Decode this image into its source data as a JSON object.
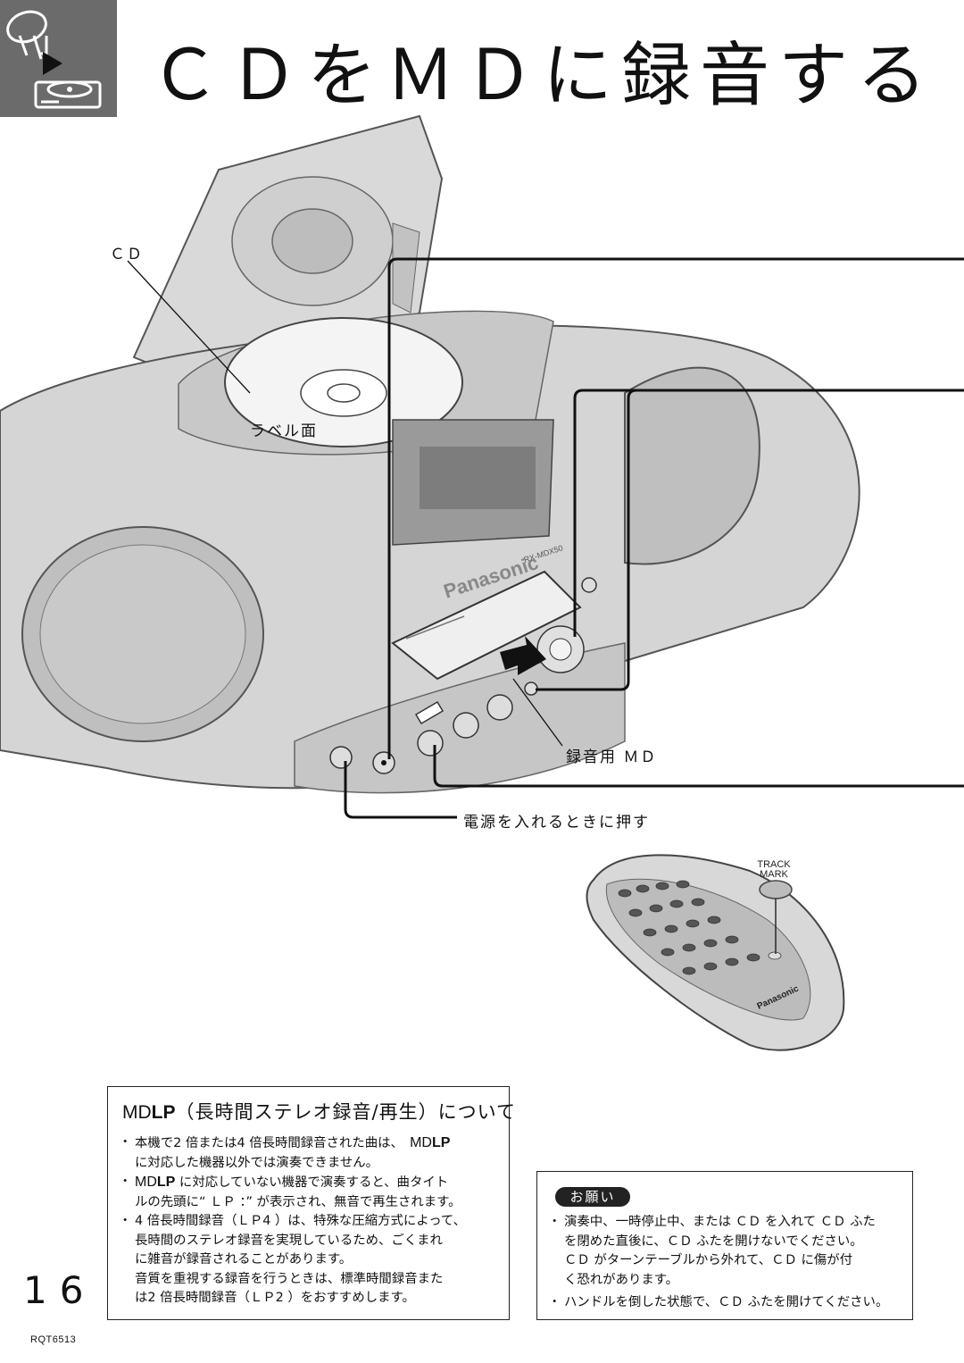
{
  "header": {
    "title": "ＣＤをＭＤに録音する",
    "icon": "cd-to-md-record-icon"
  },
  "illustration": {
    "callout_cd": "ＣＤ",
    "callout_label_side": "ラベル面",
    "callout_record_md": "録音用 ＭＤ",
    "callout_power": "電源を入れるときに押す",
    "brand": "Panasonic",
    "model": "RX-MDX50",
    "remote_button_label_1": "TRACK",
    "remote_button_label_2": "MARK",
    "remote_brand": "Panasonic"
  },
  "mdlp_box": {
    "heading_logo_thin": "MD",
    "heading_logo_bold": "LP",
    "heading_text": "（長時間ステレオ録音/再生）について",
    "item1_line1_pre": "本機で2 倍または4 倍長時間録音された曲は、",
    "item1_logo_thin": "MD",
    "item1_logo_bold": "LP",
    "item1_line2": "に対応した機器以外では演奏できません。",
    "item2_logo_thin": "MD",
    "item2_logo_bold": "LP",
    "item2_line1_post": "に対応していない機器で演奏すると、曲タイト",
    "item2_line2": "ルの先頭に“ ＬＰ ：” が表示され、無音で再生されます。",
    "item3_line1": "4 倍長時間録音（ＬＰ4 ）は、特殊な圧縮方式によって、",
    "item3_line2": "長時間のステレオ録音を実現しているため、ごくまれ",
    "item3_line3": "に雑音が録音されることがあります。",
    "item3_line4": "音質を重視する録音を行うときは、標準時間録音また",
    "item3_line5": "は2 倍長時間録音（ＬＰ2 ）をおすすめします。"
  },
  "notice_box": {
    "badge": "お願い",
    "item1_line1": "演奏中、一時停止中、または ＣＤ を入れて ＣＤ ふた",
    "item1_line2": "を閉めた直後に、ＣＤ ふたを開けないでください。",
    "item1_line3": "ＣＤ がターンテーブルから外れて、ＣＤ に傷が付",
    "item1_line4": "く恐れがあります。",
    "item2_line1": "ハンドルを倒した状態で、ＣＤ ふたを開けてください。"
  },
  "footer": {
    "page_number": "16",
    "doc_code": "RQT6513"
  }
}
